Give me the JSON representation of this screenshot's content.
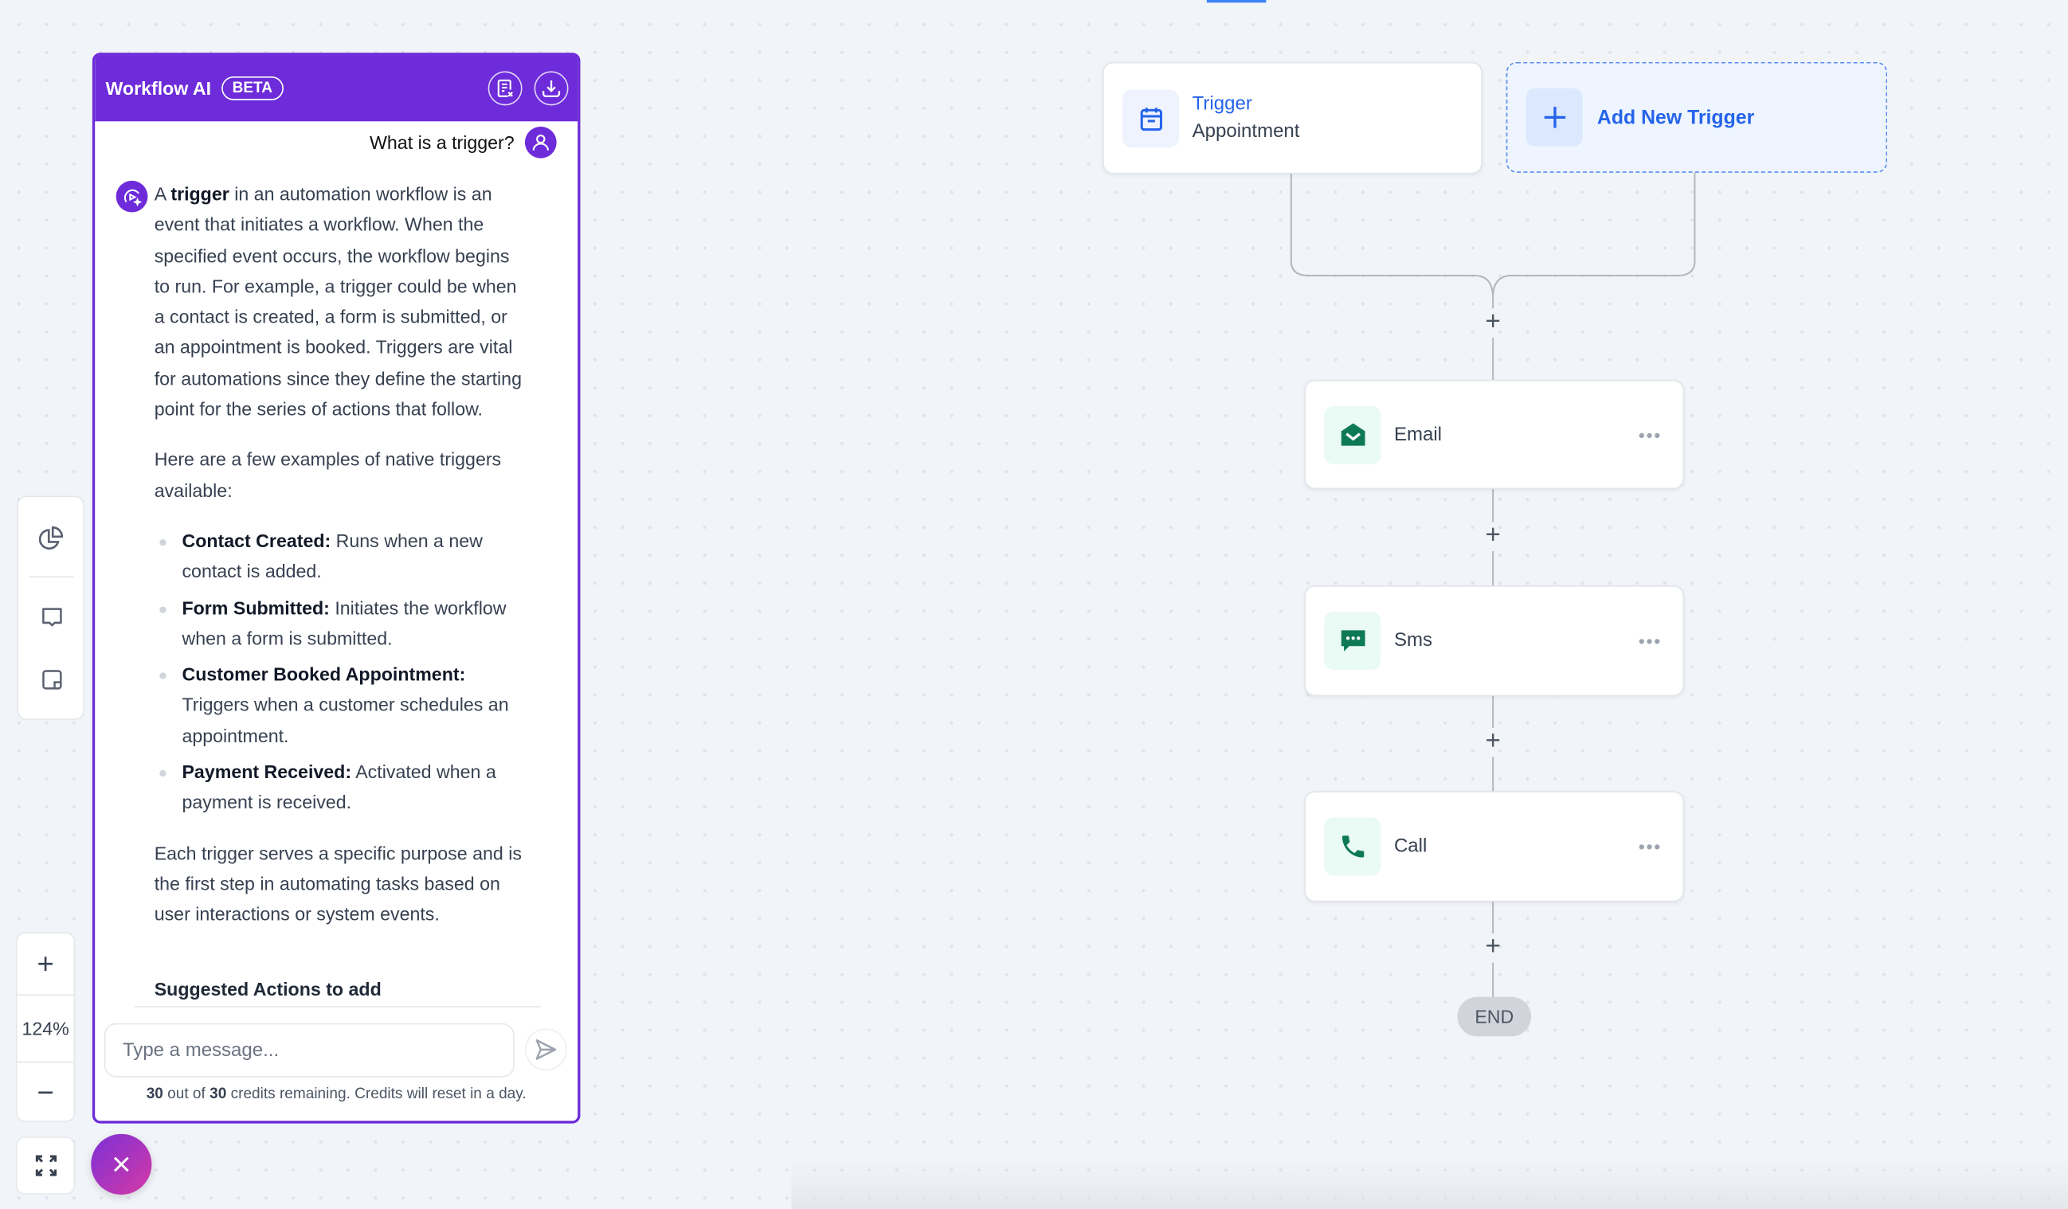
{
  "chat": {
    "title": "Workflow AI",
    "badge": "BETA",
    "header_icons": [
      "clear-chat-icon",
      "download-icon"
    ],
    "user_message": "What is a trigger?",
    "ai_message": {
      "p1": {
        "pre": "A ",
        "bold": "trigger",
        "post": " in an automation workflow is an event that initiates a workflow. When the specified event occurs, the workflow begins to run. For example, a trigger could be when a contact is created, a form is submitted, or an appointment is booked. Triggers are vital for automations since they define the starting point for the series of actions that follow."
      },
      "p2": "Here are a few examples of native triggers available:",
      "bullets": [
        {
          "bold": "Contact Created:",
          "text": " Runs when a new contact is added."
        },
        {
          "bold": "Form Submitted:",
          "text": " Initiates the workflow when a form is submitted."
        },
        {
          "bold": "Customer Booked Appointment:",
          "text": " Triggers when a customer schedules an appointment."
        },
        {
          "bold": "Payment Received:",
          "text": " Activated when a payment is received."
        }
      ],
      "p3": "Each trigger serves a specific purpose and is the first step in automating tasks based on user interactions or system events."
    },
    "suggested_heading": "Suggested Actions to add",
    "input_placeholder": "Type a message...",
    "credits": {
      "used": "30",
      "mid": " out of ",
      "total": "30",
      "post": " credits remaining. Credits will reset in a day."
    }
  },
  "toolbar": {
    "items": [
      "pie-chart-icon",
      "comment-icon",
      "sticky-note-icon"
    ]
  },
  "zoom": {
    "plus": "+",
    "level": "124%",
    "minus": "−"
  },
  "canvas": {
    "trigger": {
      "label": "Trigger",
      "value": "Appointment"
    },
    "add_trigger": "Add New Trigger",
    "actions": [
      {
        "label": "Email",
        "icon": "email-icon"
      },
      {
        "label": "Sms",
        "icon": "sms-icon"
      },
      {
        "label": "Call",
        "icon": "phone-icon"
      }
    ],
    "more": "•••",
    "plus": "+",
    "end": "END"
  },
  "colors": {
    "accent": "#6d2bd9",
    "link": "#2563eb",
    "action": "#0e7a55"
  }
}
